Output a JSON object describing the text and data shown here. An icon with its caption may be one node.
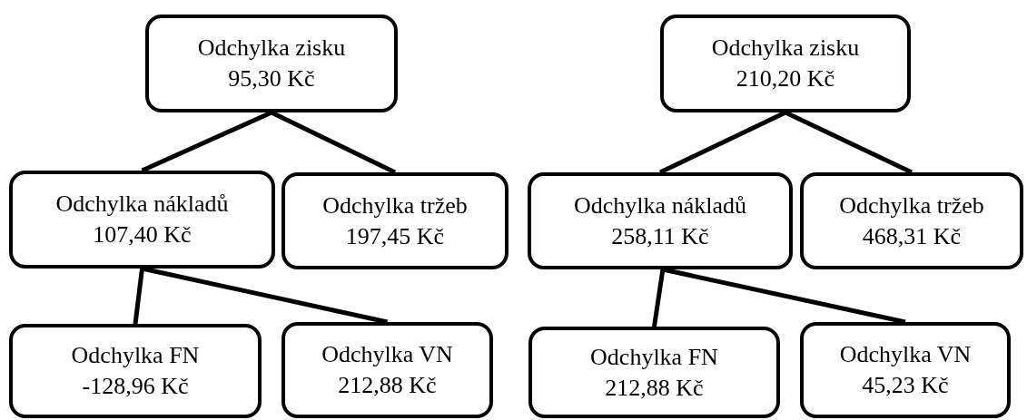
{
  "diagram": {
    "nodes": [
      {
        "text": [
          "Odchylka zisku",
          "95,30 Kč"
        ]
      },
      {
        "text": [
          "Odchylka nákladů",
          "107,40 Kč"
        ]
      },
      {
        "text": [
          "Odchylka tržeb",
          "197,45 Kč"
        ]
      },
      {
        "text": [
          "Odchylka FN",
          "-128,96 Kč"
        ]
      },
      {
        "text": [
          "Odchylka VN",
          "212,88 Kč"
        ]
      },
      {
        "text": [
          "Odchylka zisku",
          "210,20 Kč"
        ]
      },
      {
        "text": [
          "Odchylka nákladů",
          "258,11 Kč"
        ]
      },
      {
        "text": [
          "Odchylka tržeb",
          "468,31 Kč"
        ]
      },
      {
        "text": [
          "Odchylka FN",
          "212,88 Kč"
        ]
      },
      {
        "text": [
          "Odchylka VN",
          "45,23 Kč"
        ]
      }
    ],
    "edges": [
      {
        "from": 0,
        "to": 1,
        "arrow": "none"
      },
      {
        "from": 0,
        "to": 2,
        "arrow": "none"
      },
      {
        "from": 1,
        "to": 3,
        "arrow": "none"
      },
      {
        "from": 1,
        "to": 4,
        "arrow": "none"
      },
      {
        "from": 5,
        "to": 6,
        "arrow": "none"
      },
      {
        "from": 5,
        "to": 7,
        "arrow": "none"
      },
      {
        "from": 6,
        "to": 8,
        "arrow": "none"
      },
      {
        "from": 6,
        "to": 9,
        "arrow": "none"
      }
    ]
  }
}
